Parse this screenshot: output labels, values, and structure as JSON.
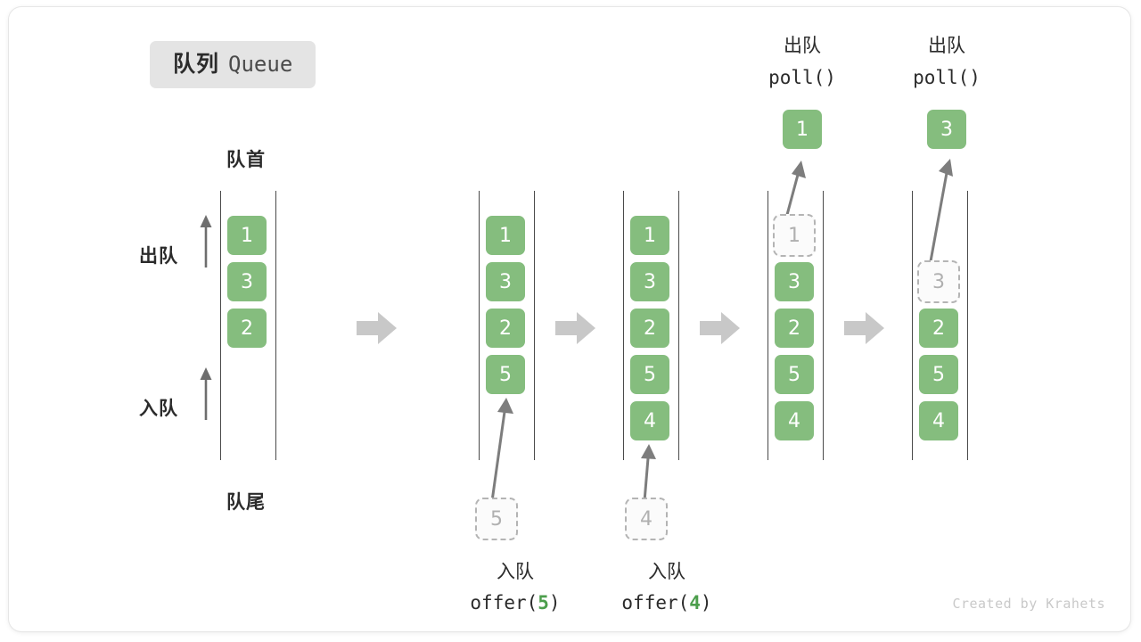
{
  "title": {
    "cn": "队列",
    "en": "Queue"
  },
  "colors": {
    "element_fill": "#85bd7e",
    "element_text": "#ffffff",
    "ghost_border": "#b4b4b4",
    "ghost_text": "#b0b0b0",
    "rail": "#4a4a4a",
    "arrow": "#7d7d7d",
    "block_arrow": "#c8c8c8",
    "badge_bg": "#e4e4e4",
    "accent_green": "#4c9e4c",
    "footer_text": "#c9c9c9"
  },
  "annotations": {
    "head": "队首",
    "tail": "队尾",
    "dequeue": "出队",
    "enqueue": "入队"
  },
  "operations": {
    "offer5": {
      "cn": "入队",
      "call_prefix": "offer(",
      "arg": "5",
      "call_suffix": ")"
    },
    "offer4": {
      "cn": "入队",
      "call_prefix": "offer(",
      "arg": "4",
      "call_suffix": ")"
    },
    "poll1": {
      "cn": "出队",
      "call": "poll()"
    },
    "poll2": {
      "cn": "出队",
      "call": "poll()"
    }
  },
  "ghost_inputs": {
    "five": "5",
    "four": "4"
  },
  "popped": {
    "first": "1",
    "second": "3"
  },
  "states": [
    {
      "name": "initial",
      "cells": [
        {
          "v": "1",
          "s": "solid"
        },
        {
          "v": "3",
          "s": "solid"
        },
        {
          "v": "2",
          "s": "solid"
        }
      ]
    },
    {
      "name": "after-offer-5",
      "cells": [
        {
          "v": "1",
          "s": "solid"
        },
        {
          "v": "3",
          "s": "solid"
        },
        {
          "v": "2",
          "s": "solid"
        },
        {
          "v": "5",
          "s": "solid"
        }
      ]
    },
    {
      "name": "after-offer-4",
      "cells": [
        {
          "v": "1",
          "s": "solid"
        },
        {
          "v": "3",
          "s": "solid"
        },
        {
          "v": "2",
          "s": "solid"
        },
        {
          "v": "5",
          "s": "solid"
        },
        {
          "v": "4",
          "s": "solid"
        }
      ]
    },
    {
      "name": "during-poll-1",
      "cells": [
        {
          "v": "1",
          "s": "ghost"
        },
        {
          "v": "3",
          "s": "solid"
        },
        {
          "v": "2",
          "s": "solid"
        },
        {
          "v": "5",
          "s": "solid"
        },
        {
          "v": "4",
          "s": "solid"
        }
      ]
    },
    {
      "name": "during-poll-2",
      "cells": [
        {
          "v": "",
          "s": "empty"
        },
        {
          "v": "3",
          "s": "ghost"
        },
        {
          "v": "2",
          "s": "solid"
        },
        {
          "v": "5",
          "s": "solid"
        },
        {
          "v": "4",
          "s": "solid"
        }
      ]
    }
  ],
  "footer": "Created by Krahets"
}
